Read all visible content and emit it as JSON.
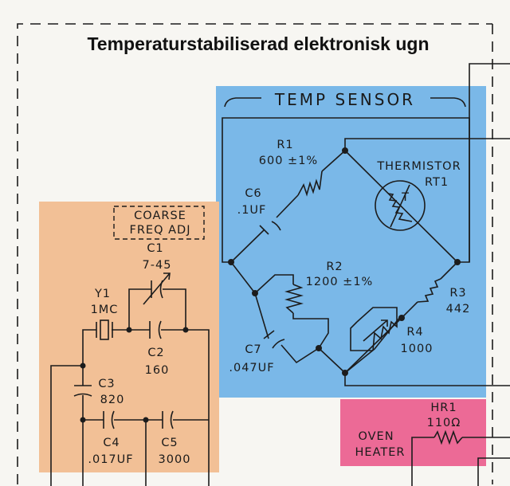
{
  "title": "Temperaturstabiliserad elektronisk ugn",
  "colors": {
    "temp_sensor_bg": "#7ab8e8",
    "oscillator_bg": "#f2c096",
    "oven_heater_bg": "#ec6a96",
    "wire": "#1c1c1c"
  },
  "temp_sensor": {
    "heading": "TEMP SENSOR",
    "r1": {
      "name": "R1",
      "value": "600 ±1%"
    },
    "c6": {
      "name": "C6",
      "value": ".1UF"
    },
    "thermistor": {
      "name": "THERMISTOR",
      "ref": "RT1",
      "symbol": "T"
    },
    "r2": {
      "name": "R2",
      "value": "1200 ±1%"
    },
    "r3": {
      "name": "R3",
      "value": "442"
    },
    "r4": {
      "name": "R4",
      "value": "1000"
    },
    "c7": {
      "name": "C7",
      "value": ".047UF"
    }
  },
  "oscillator": {
    "coarse_label": [
      "COARSE",
      "FREQ ADJ"
    ],
    "c1": {
      "name": "C1",
      "value": "7-45"
    },
    "y1": {
      "name": "Y1",
      "value": "1MC"
    },
    "c2": {
      "name": "C2",
      "value": "160"
    },
    "c3": {
      "name": "C3",
      "value": "820"
    },
    "c4": {
      "name": "C4",
      "value": ".017UF"
    },
    "c5": {
      "name": "C5",
      "value": "3000"
    }
  },
  "oven": {
    "label": [
      "OVEN",
      "HEATER"
    ],
    "hr1": {
      "name": "HR1",
      "value": "110Ω"
    }
  }
}
